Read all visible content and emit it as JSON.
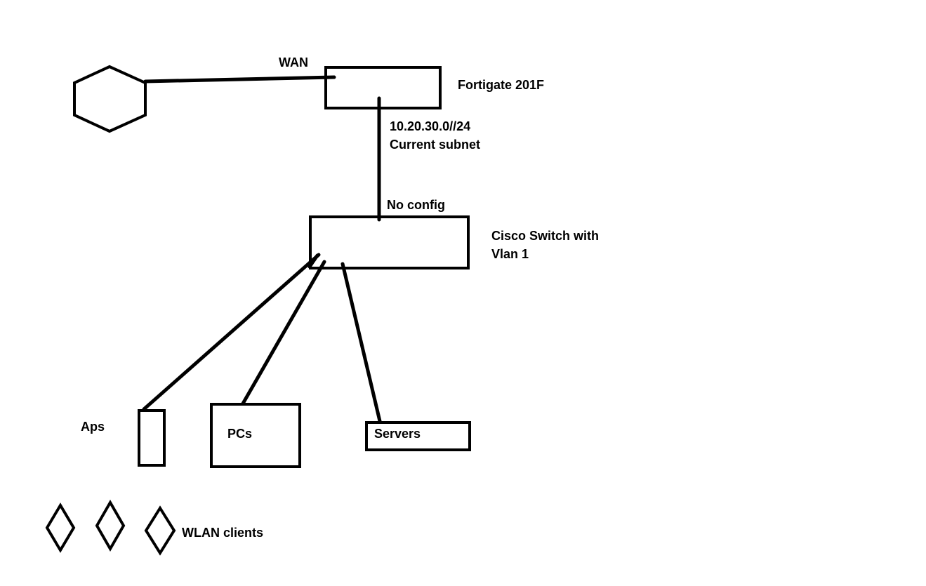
{
  "colors": {
    "background": "#ffffff",
    "stroke": "#000000",
    "text": "#000000"
  },
  "labels": {
    "wan": "WAN",
    "firewall": "Fortigate 201F",
    "subnet": "10.20.30.0//24",
    "subnet_caption": "Current subnet",
    "switch_note": "No config",
    "switch_line1": "Cisco Switch with",
    "switch_line2": "Vlan 1",
    "aps": "Aps",
    "pcs": "PCs",
    "servers": "Servers",
    "wlan_clients": "WLAN clients"
  },
  "nodes": [
    {
      "id": "internet",
      "shape": "hexagon"
    },
    {
      "id": "firewall",
      "shape": "rectangle"
    },
    {
      "id": "switch",
      "shape": "rectangle"
    },
    {
      "id": "aps",
      "shape": "rectangle"
    },
    {
      "id": "pcs",
      "shape": "rectangle"
    },
    {
      "id": "servers",
      "shape": "rectangle"
    },
    {
      "id": "wlan-client-1",
      "shape": "diamond"
    },
    {
      "id": "wlan-client-2",
      "shape": "diamond"
    },
    {
      "id": "wlan-client-3",
      "shape": "diamond"
    }
  ],
  "edges": [
    {
      "from": "internet",
      "to": "firewall"
    },
    {
      "from": "firewall",
      "to": "switch"
    },
    {
      "from": "switch",
      "to": "aps"
    },
    {
      "from": "switch",
      "to": "pcs"
    },
    {
      "from": "switch",
      "to": "servers"
    }
  ]
}
